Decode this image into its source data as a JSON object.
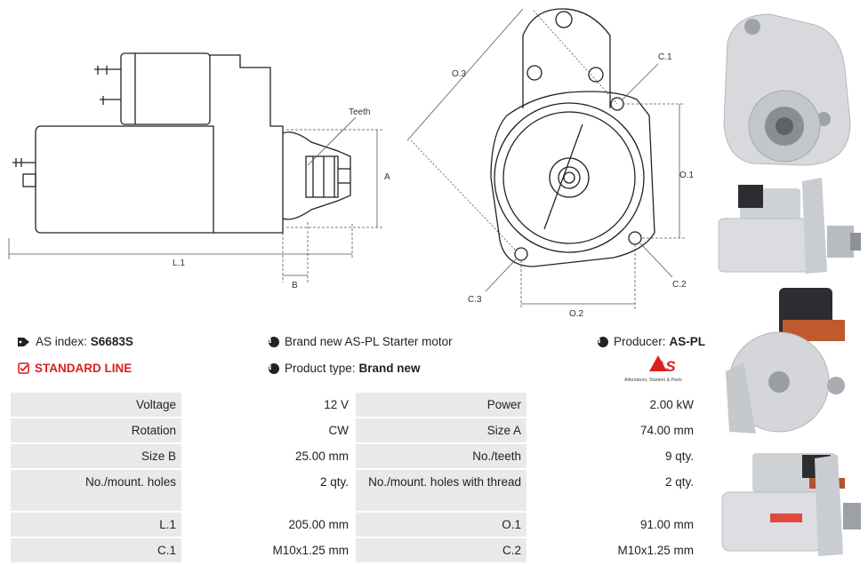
{
  "drawing": {
    "label_teeth": "Teeth",
    "label_a": "A",
    "label_b": "B",
    "label_l1": "L.1",
    "label_o3": "O.3",
    "label_c1": "C.1",
    "label_o1": "O.1",
    "label_c2": "C.2",
    "label_c3": "C.3",
    "label_o2": "O.2"
  },
  "info": {
    "index_label": "AS index:",
    "index_value": "S6683S",
    "brand_text": "Brand new AS-PL Starter motor",
    "producer_label": "Producer:",
    "producer_value": "AS-PL",
    "line_text": "STANDARD LINE",
    "type_label": "Product type:",
    "type_value": "Brand new"
  },
  "logo": {
    "mark": "AS",
    "tagline": "Alternators, Starters & Parts"
  },
  "specs": [
    [
      {
        "label": "Voltage",
        "value": "12 V"
      },
      {
        "label": "Power",
        "value": "2.00 kW"
      }
    ],
    [
      {
        "label": "Rotation",
        "value": "CW"
      },
      {
        "label": "Size A",
        "value": "74.00 mm"
      }
    ],
    [
      {
        "label": "Size B",
        "value": "25.00 mm"
      },
      {
        "label": "No./teeth",
        "value": "9 qty."
      }
    ],
    [
      {
        "label": "No./mount. holes",
        "value": "2 qty."
      },
      {
        "label": "No./mount. holes with thread",
        "value": "2 qty."
      }
    ],
    [
      {
        "label": "L.1",
        "value": "205.00 mm"
      },
      {
        "label": "O.1",
        "value": "91.00 mm"
      }
    ],
    [
      {
        "label": "C.1",
        "value": "M10x1.25 mm"
      },
      {
        "label": "C.2",
        "value": "M10x1.25 mm"
      }
    ]
  ],
  "colors": {
    "accent_red": "#d9201f",
    "label_bg": "#e9e9e9",
    "table_border": "#cccccc"
  }
}
